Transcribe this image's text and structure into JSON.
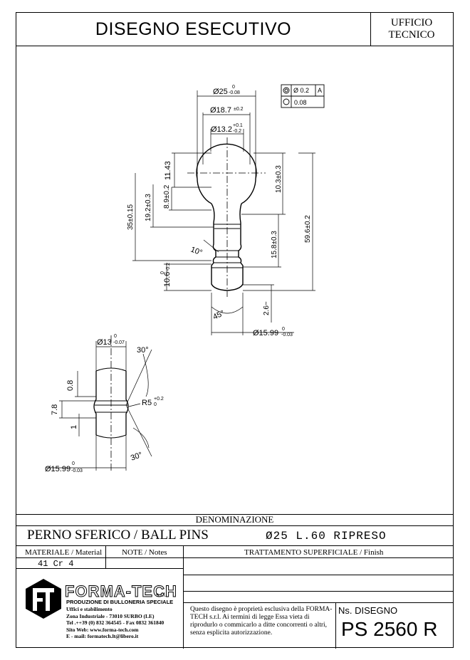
{
  "header": {
    "title": "DISEGNO ESECUTIVO",
    "office_line1": "UFFICIO",
    "office_line2": "TECNICO"
  },
  "drawing": {
    "tolerance_frame": {
      "row1_value": "Ø 0.2",
      "row1_datum": "A",
      "row2_value": "0.08"
    },
    "dimensions": {
      "d25": "Ø25",
      "d25_tol_up": "0",
      "d25_tol_down": "-0.08",
      "d18_7": "Ø18.7",
      "d18_7_tol": "±0.2",
      "d13_2": "Ø13.2",
      "d13_2_tol_up": "+0.1",
      "d13_2_tol_down": "-0.2",
      "h11_43": "11.43",
      "h8_9": "8.9±0.2",
      "h19_2": "19.2±0.3",
      "h35": "35±0.15",
      "h10_3": "10.3±0.3",
      "h59_6": "59.6±0.2",
      "h15_8": "15.8±0.3",
      "angle_10": "10°",
      "h10_6": "10.6",
      "h10_6_tol_up": "0",
      "h10_6_tol_down": "-0.2",
      "angle_45": "45°",
      "h2_6": "2.6~",
      "d15_99": "Ø15.99",
      "d15_99_tol_up": "0",
      "d15_99_tol_down": "-0.03"
    },
    "detail": {
      "d13": "Ø13",
      "d13_tol_up": "0",
      "d13_tol_down": "-0.07",
      "angle_top": "30°",
      "angle_bottom": "30°",
      "h0_8": "0.8",
      "h7_8": "7.8",
      "h1": "1",
      "r5": "R5",
      "r5_tol_up": "+0.2",
      "r5_tol_down": "0",
      "d15_99": "Ø15.99",
      "d15_99_tol_up": "0",
      "d15_99_tol_down": "-0.03"
    }
  },
  "denomination": {
    "header": "DENOMINAZIONE",
    "name": "PERNO SFERICO / BALL PINS",
    "spec": "Ø25  L.60  RIPRESO"
  },
  "material": {
    "header": "MATERIALE / Material",
    "value": "41 Cr 4"
  },
  "notes": {
    "header": "NOTE / Notes"
  },
  "finish": {
    "header": "TRATTAMENTO SUPERFICIALE / Finish"
  },
  "company": {
    "logo_letters": "FT",
    "name": "FORMA-TECH",
    "suffix": "s.r.l.",
    "subtitle": "PRODUZIONE DI BULLONERIA SPECIALE",
    "address_lines": [
      "Uffici e stabilimento",
      "Zona Industriale - 73010 SURBO (LE)",
      "Tel .++39 (0) 832 364545 - Fax 0832 361840",
      "Sito Web:   www.forma-tech.com",
      "E - mail:  formatech.lt@libero.it"
    ]
  },
  "notice": "Questo disegno è proprietà esclusiva della FORMA-TECH s.r.l. Ai termini di legge Essa vieta di riprodurlo o commicarlo a ditte concorrenti o altri, senza esplicita autorizzazione.",
  "drawing_number": {
    "label": "Ns. DISEGNO",
    "value": "PS 2560 R"
  }
}
